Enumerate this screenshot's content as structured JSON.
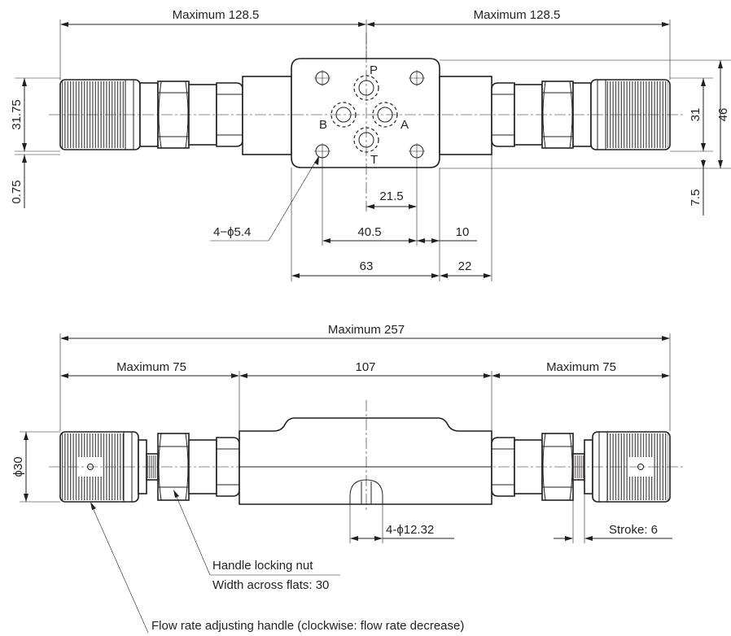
{
  "top_view": {
    "dims": {
      "max_left": "Maximum 128.5",
      "max_right": "Maximum 128.5",
      "height_3175": "31.75",
      "offset_075": "0.75",
      "height_31": "31",
      "height_46": "46",
      "offset_75": "7.5",
      "d_215": "21.5",
      "d_405": "40.5",
      "d_10": "10",
      "d_63": "63",
      "d_22": "22",
      "holes": "4−ϕ5.4"
    },
    "ports": {
      "p": "P",
      "t": "T",
      "a": "A",
      "b": "B"
    }
  },
  "front_view": {
    "dims": {
      "max_total": "Maximum 257",
      "max_left": "Maximum 75",
      "middle": "107",
      "max_right": "Maximum 75",
      "dia30": "ϕ30",
      "orifice": "4-ϕ12.32",
      "stroke": "Stroke: 6"
    },
    "notes": {
      "nut": "Handle locking nut",
      "flats": "Width across flats: 30",
      "handle": "Flow rate adjusting handle (clockwise: flow rate decrease)"
    }
  }
}
